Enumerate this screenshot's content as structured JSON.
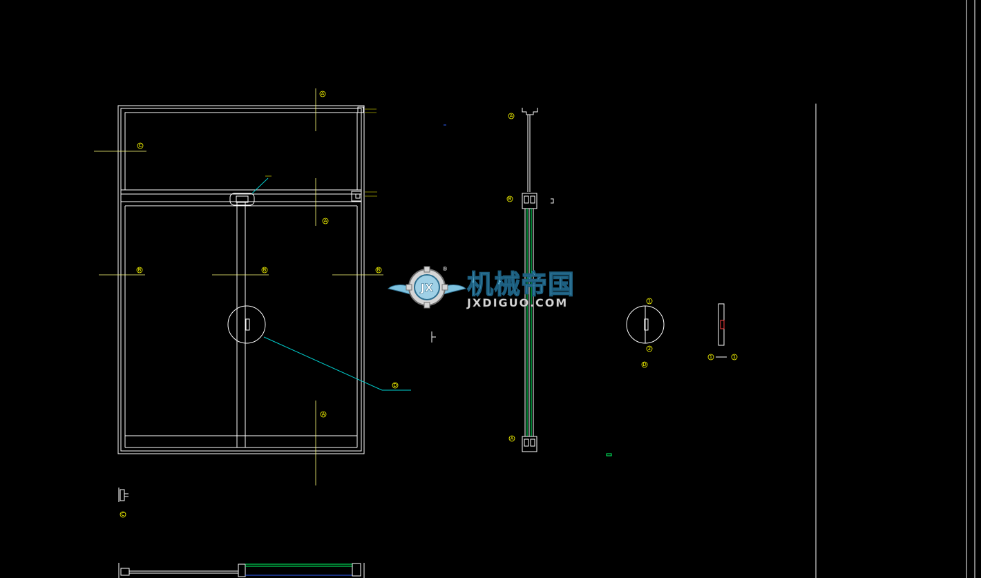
{
  "drawing": {
    "background": "#000000",
    "colors": {
      "outline": "#ffffff",
      "axis": "#ffff7a",
      "marker": "#ffff00",
      "leader": "#00d0d0",
      "glass": "#00ff66",
      "border": "#ffffff"
    }
  },
  "callouts": [
    {
      "name": "callout-a-top",
      "label": "A"
    },
    {
      "name": "callout-c-left",
      "label": "C"
    },
    {
      "name": "callout-a-mid",
      "label": "A"
    },
    {
      "name": "callout-b-left",
      "label": "B"
    },
    {
      "name": "callout-b-center",
      "label": "B"
    },
    {
      "name": "callout-b-right",
      "label": "B"
    },
    {
      "name": "callout-a-bottom",
      "label": "A"
    },
    {
      "name": "callout-d-detail",
      "label": "D"
    },
    {
      "name": "callout-c-bottom-left",
      "label": "C"
    },
    {
      "name": "callout-section-top",
      "label": "A"
    },
    {
      "name": "callout-section-mid",
      "label": "B"
    },
    {
      "name": "callout-section-bottom",
      "label": "A"
    },
    {
      "name": "callout-detail-1",
      "label": "1"
    },
    {
      "name": "callout-detail-2",
      "label": "2"
    },
    {
      "name": "callout-detail-3",
      "label": "D"
    },
    {
      "name": "callout-section-1a",
      "label": "1"
    },
    {
      "name": "callout-section-1b",
      "label": "1"
    }
  ],
  "watermark": {
    "brand_text": "机械帝国",
    "url_text": "JXDIGUO.COM",
    "badge_text": "JX",
    "reg_mark": "®"
  }
}
